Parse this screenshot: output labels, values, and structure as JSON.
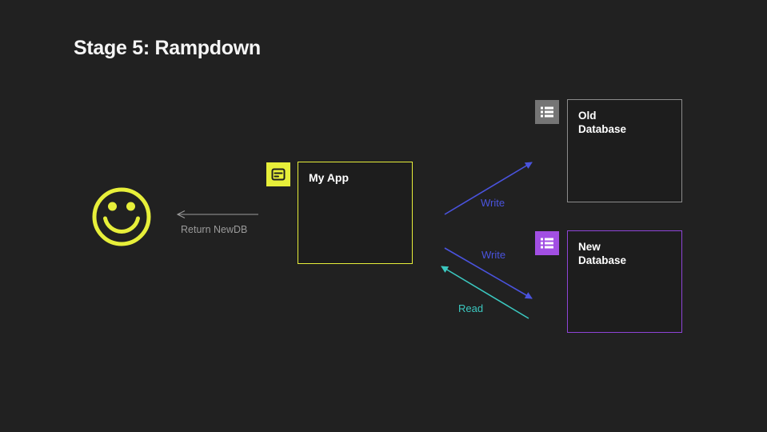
{
  "slide": {
    "title": "Stage 5: Rampdown"
  },
  "colors": {
    "background": "#212121",
    "box_fill": "#1d1d1d",
    "title_text": "#f5f5f5",
    "accent_yellow": "#e7ef3a",
    "icon_glyph_dark": "#1f1f1f",
    "gray_border": "#8c8c8c",
    "icon_gray": "#757575",
    "accent_purple": "#a24fe3",
    "purple_border": "#8e44d8",
    "arrow_blue": "#4a53de",
    "arrow_teal": "#3bc8c0",
    "muted_text": "#9b9b9b"
  },
  "nodes": {
    "user": {
      "icon": "smiley-face-icon"
    },
    "app": {
      "label": "My App",
      "icon": "browser-window-icon"
    },
    "old_db": {
      "label": "Old Database",
      "icon": "list-rows-icon"
    },
    "new_db": {
      "label": "New Database",
      "icon": "list-rows-icon"
    }
  },
  "edges": {
    "return_newdb": {
      "label": "Return NewDB"
    },
    "write_old": {
      "label": "Write"
    },
    "write_new": {
      "label": "Write"
    },
    "read_new": {
      "label": "Read"
    }
  }
}
